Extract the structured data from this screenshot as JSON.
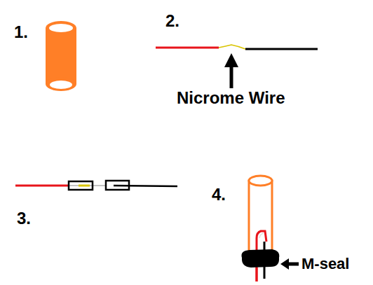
{
  "diagram": {
    "labels": [
      "1.",
      "2.",
      "Nicrome Wire",
      "3.",
      "4.",
      "M-seal"
    ]
  }
}
